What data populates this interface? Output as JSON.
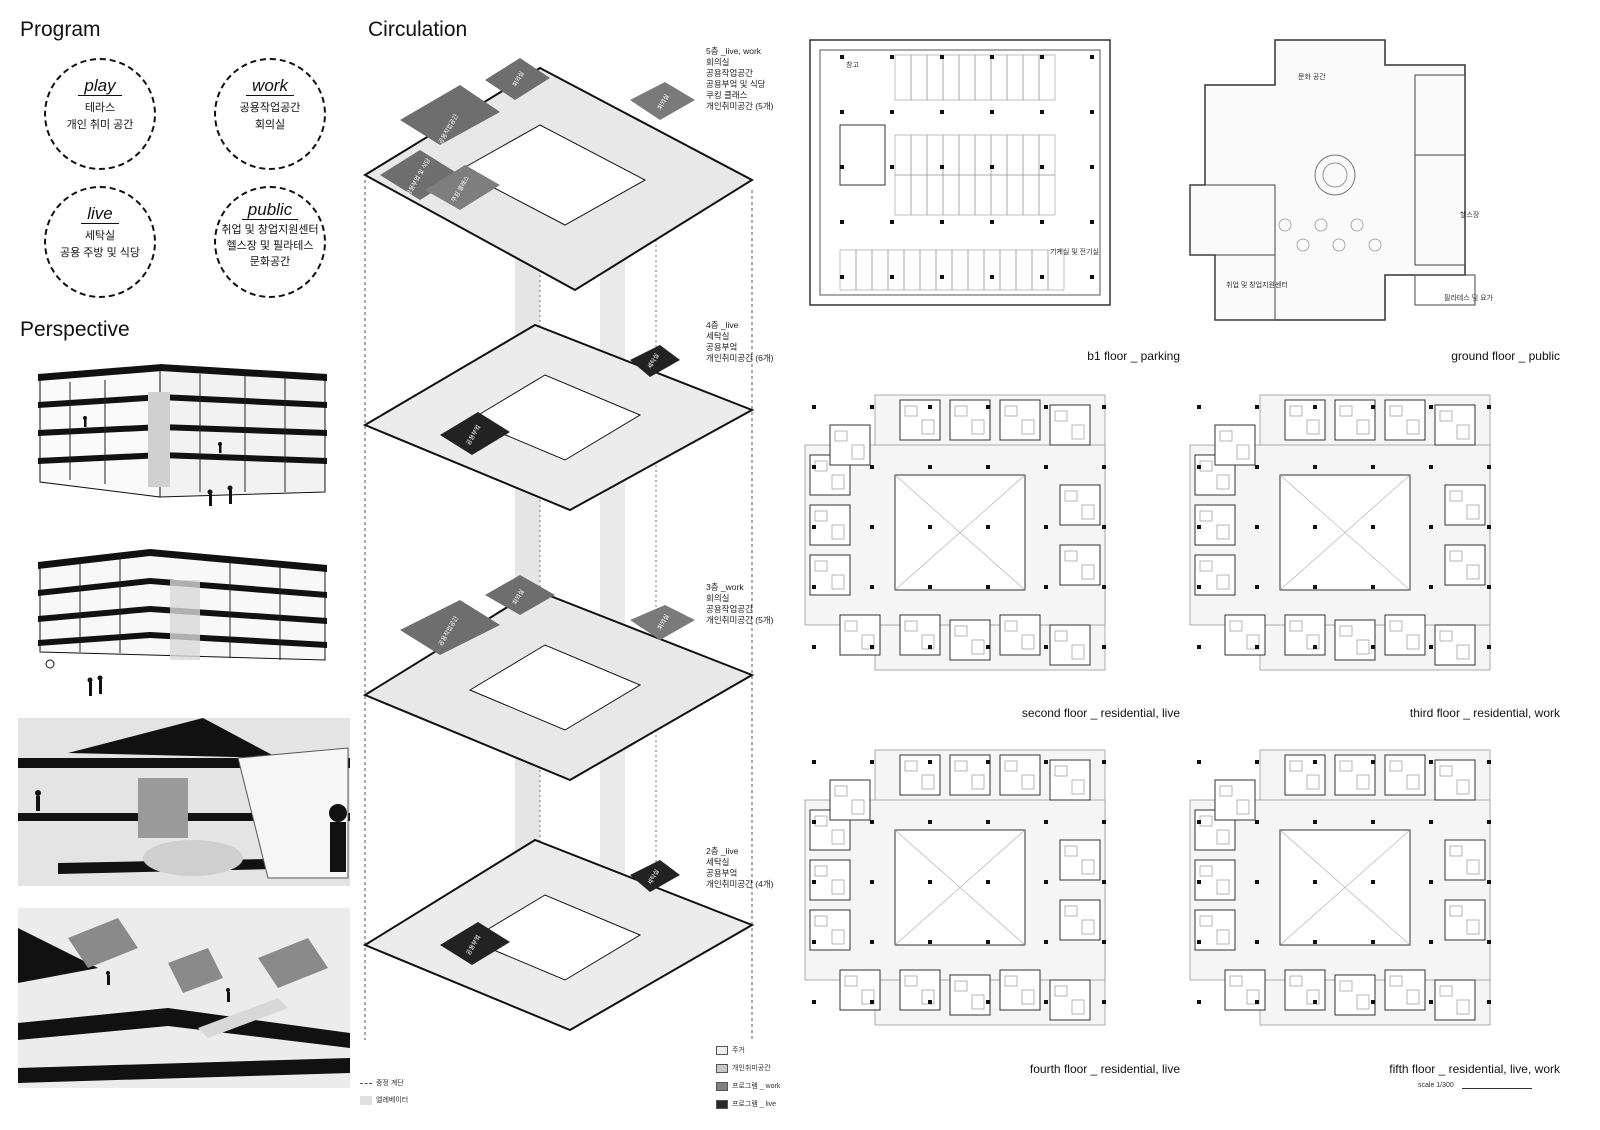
{
  "sections": {
    "program": "Program",
    "circulation": "Circulation",
    "perspective": "Perspective"
  },
  "program": [
    {
      "title": "play",
      "lines": [
        "테라스",
        "개인 취미 공간"
      ]
    },
    {
      "title": "work",
      "lines": [
        "공용작업공간",
        "회의실"
      ]
    },
    {
      "title": "live",
      "lines": [
        "세탁실",
        "공용 주방 및 식당"
      ]
    },
    {
      "title": "public",
      "lines": [
        "취업 및 창업지원센터",
        "헬스장 및 필라테스",
        "문화공간"
      ]
    }
  ],
  "circulation_floors": [
    {
      "title": "5층 _live, work",
      "lines": [
        "회의실",
        "공용작업공간",
        "공용부엌 및 식당",
        "쿠킹 클래스",
        "개인취미공간 (5개)"
      ]
    },
    {
      "title": "4층 _live",
      "lines": [
        "세탁실",
        "공용부엌",
        "개인취미공간 (6개)"
      ]
    },
    {
      "title": "3층 _work",
      "lines": [
        "회의실",
        "공용작업공간",
        "개인취미공간 (5개)"
      ]
    },
    {
      "title": "2층 _live",
      "lines": [
        "세탁실",
        "공용부엌",
        "개인취미공간 (4개)"
      ]
    }
  ],
  "block_labels": {
    "f5": [
      "공용작업공간",
      "회의실",
      "회의실",
      "공용부엌 및 식당",
      "쿠킹 클래스"
    ],
    "f4": [
      "공용부엌",
      "세탁실"
    ],
    "f3": [
      "공용작업공간",
      "회의실",
      "회의실"
    ],
    "f2": [
      "공용부엌",
      "세탁실"
    ]
  },
  "circulation_legend": [
    {
      "label": "중정 계단",
      "type": "dash"
    },
    {
      "label": "엘레베이터",
      "type": "light"
    }
  ],
  "program_legend": [
    {
      "label": "주거",
      "color": "#eeeeee"
    },
    {
      "label": "개인취미공간",
      "color": "#c8c8c8"
    },
    {
      "label": "프로그램 _ work",
      "color": "#808080"
    },
    {
      "label": "프로그램 _ live",
      "color": "#2a2a2a"
    }
  ],
  "plans": [
    {
      "caption": "b1 floor _ parking",
      "labels": [
        "창고",
        "기계실 및 전기실"
      ]
    },
    {
      "caption": "ground floor _ public",
      "labels": [
        "문화 공간",
        "헬스장",
        "취업 및 창업지원센터",
        "필라테스 및 요가"
      ]
    },
    {
      "caption": "second floor _ residential, live",
      "labels": []
    },
    {
      "caption": "third floor _ residential, work",
      "labels": []
    },
    {
      "caption": "fourth floor _ residential, live",
      "labels": []
    },
    {
      "caption": "fifth floor _ residential, live, work",
      "labels": []
    }
  ],
  "scale": "scale 1/300",
  "colors": {
    "ink": "#111111",
    "dark": "#2a2a2a",
    "mid": "#808080",
    "light": "#c8c8c8",
    "pale": "#eeeeee"
  }
}
